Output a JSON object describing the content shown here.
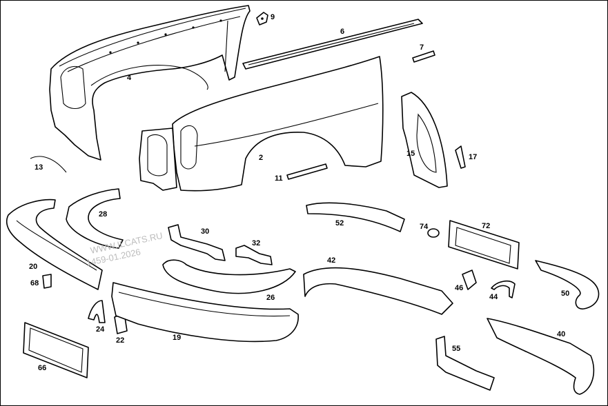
{
  "watermark": {
    "line1": "WWW.ILCATS.RU",
    "line2": "1459-01.2026"
  },
  "callouts": [
    "9",
    "6",
    "7",
    "4",
    "2",
    "15",
    "17",
    "11",
    "13",
    "28",
    "30",
    "32",
    "52",
    "74",
    "72",
    "20",
    "68",
    "42",
    "46",
    "44",
    "50",
    "26",
    "24",
    "22",
    "19",
    "40",
    "55",
    "66"
  ]
}
